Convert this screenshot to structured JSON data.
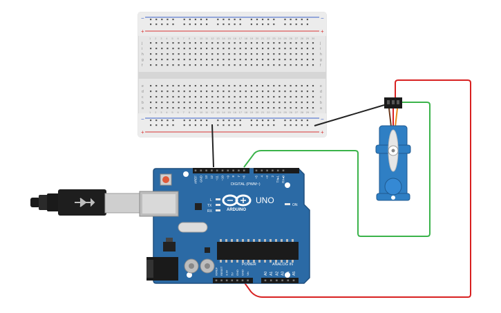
{
  "arduino": {
    "brand": "ARDUINO",
    "model": "UNO",
    "digital_label": "DIGITAL (PWM~)",
    "power_label": "POWER",
    "analog_label": "ANALOG IN",
    "on_label": "ON",
    "l_label": "L",
    "tx_label": "TX",
    "rx_label": "RX",
    "digital_pins": [
      "AREF",
      "GND",
      "13",
      "12",
      "~11",
      "~10",
      "~9",
      "8",
      "7",
      "~6",
      "~5",
      "4",
      "~3",
      "2",
      "TX▸1",
      "RX◂0"
    ],
    "power_pins": [
      "IOREF",
      "RESET",
      "3.3V",
      "5V",
      "GND",
      "GND",
      "Vin"
    ],
    "analog_pins": [
      "A0",
      "A1",
      "A2",
      "A3",
      "A4",
      "A5"
    ]
  },
  "breadboard": {
    "row_letters_top": [
      "j",
      "i",
      "h",
      "g",
      "f"
    ],
    "row_letters_bottom": [
      "e",
      "d",
      "c",
      "b",
      "a"
    ],
    "column_numbers": [
      "1",
      "2",
      "3",
      "4",
      "5",
      "6",
      "7",
      "8",
      "9",
      "10",
      "11",
      "12",
      "13",
      "14",
      "15",
      "16",
      "17",
      "18",
      "19",
      "20",
      "21",
      "22",
      "23",
      "24",
      "25",
      "26",
      "27",
      "28",
      "29",
      "30"
    ],
    "rail_minus": "−",
    "rail_plus": "+"
  },
  "colors": {
    "board": "#2b6aa5",
    "board_edge": "#1f4f7e",
    "servo": "#2f7fc4",
    "wire_black": "#222222",
    "wire_red": "#d82020",
    "wire_green": "#3ab34a",
    "breadboard": "#e8e8e8",
    "rail_red": "#d83434",
    "rail_blue": "#3a5fc8"
  },
  "icons": {
    "usb_cable": "usb-cable-icon",
    "usb_symbol": "usb-symbol-icon",
    "arduino_logo": "arduino-infinity-logo-icon"
  }
}
